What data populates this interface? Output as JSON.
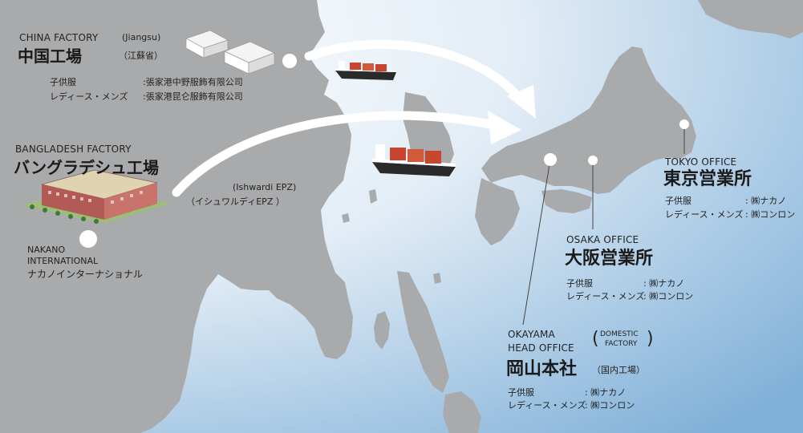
{
  "china": {
    "en": "CHINA FACTORY",
    "region_en": "(Jiangsu)",
    "jp": "中国工場",
    "region_jp": "（江蘇省）",
    "rows": [
      {
        "k": "子供服",
        "v": ":張家港中野服飾有限公司"
      },
      {
        "k": "レディース・メンズ",
        "v": ":張家港昆仑服飾有限公司"
      }
    ]
  },
  "bangladesh": {
    "en": "BANGLADESH FACTORY",
    "jp": "バングラデシュ工場",
    "epz_en": "(Ishwardi EPZ)",
    "epz_jp": "（イシュワルディEPZ ）"
  },
  "nakano": {
    "en1": "NAKANO",
    "en2": "INTERNATIONAL",
    "jp": "ナカノインターナショナル"
  },
  "tokyo": {
    "en": "TOKYO OFFICE",
    "jp": "東京営業所",
    "rows": [
      {
        "k": "子供服",
        "v": ": ㈱ナカノ"
      },
      {
        "k": "レディース・メンズ",
        "v": ": ㈱コンロン"
      }
    ]
  },
  "osaka": {
    "en": "OSAKA OFFICE",
    "jp": "大阪営業所",
    "rows": [
      {
        "k": "子供服",
        "v": ": ㈱ナカノ"
      },
      {
        "k": "レディース・メンズ",
        "v": ": ㈱コンロン"
      }
    ]
  },
  "okayama": {
    "en1": "OKAYAMA",
    "en2": "HEAD OFFICE",
    "domestic1": "DOMESTIC",
    "domestic2": "FACTORY",
    "paren_open": "(",
    "paren_close": ")",
    "jp": "岡山本社",
    "note": "（国内工場）",
    "rows": [
      {
        "k": "子供服",
        "v": ": ㈱ナカノ"
      },
      {
        "k": "レディース・メンズ",
        "v": ": ㈱コンロン"
      }
    ]
  },
  "colors": {
    "land": "#a9aaac",
    "sea_light": "#f2f6fa",
    "sea_dark": "#8bb6d9",
    "marker": "#ffffff",
    "arrow": "#ffffff"
  }
}
